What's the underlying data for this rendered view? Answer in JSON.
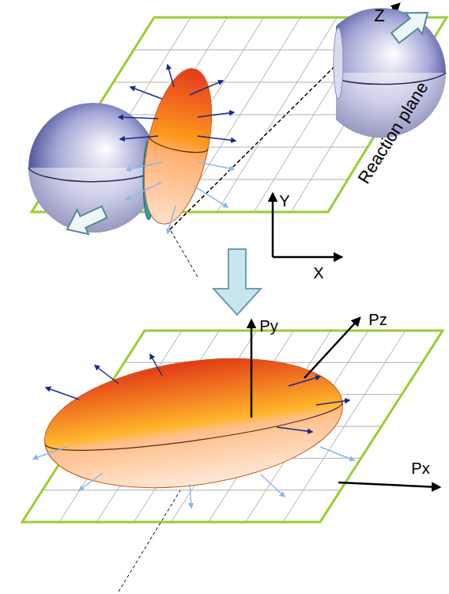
{
  "diagram": {
    "labels": [
      "Z",
      "Reaction plane",
      "Y",
      "X",
      "Py",
      "Pz",
      "Px"
    ]
  }
}
